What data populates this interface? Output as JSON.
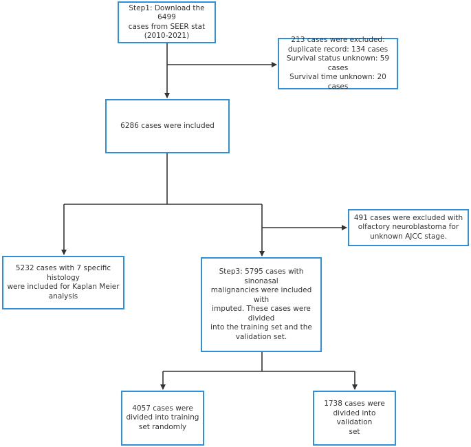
{
  "colors": {
    "box_border": "#2f8fd8",
    "arrow": "#333333",
    "text": "#333333",
    "background": "#ffffff"
  },
  "boxes": {
    "step1": {
      "lines": [
        "Step1: Download the 6499",
        "cases from SEER stat",
        "(2010-2021)"
      ]
    },
    "excluded_213": {
      "lines": [
        "213 cases were excluded:",
        "duplicate record: 134 cases",
        "Survival status unknown: 59 cases",
        "Survival time unknown: 20 cases"
      ]
    },
    "included_6286": {
      "lines": [
        "6286 cases were included"
      ]
    },
    "excluded_491": {
      "lines": [
        "491 cases were excluded  with",
        "olfactory neuroblastoma for",
        "unknown AJCC stage."
      ]
    },
    "km_5232": {
      "lines": [
        "5232 cases with 7 specific histology",
        "were included for Kaplan Meier",
        "analysis"
      ]
    },
    "step3": {
      "lines": [
        "Step3: 5795 cases with sinonasal",
        "malignancies were included with",
        "imputed. These cases were divided",
        "into the training set and the",
        "validation set."
      ]
    },
    "training_4057": {
      "lines": [
        "4057 cases were",
        "divided into training",
        "set randomly"
      ]
    },
    "validation_1738": {
      "lines": [
        "1738 cases were",
        "divided into validation",
        "set"
      ]
    }
  }
}
